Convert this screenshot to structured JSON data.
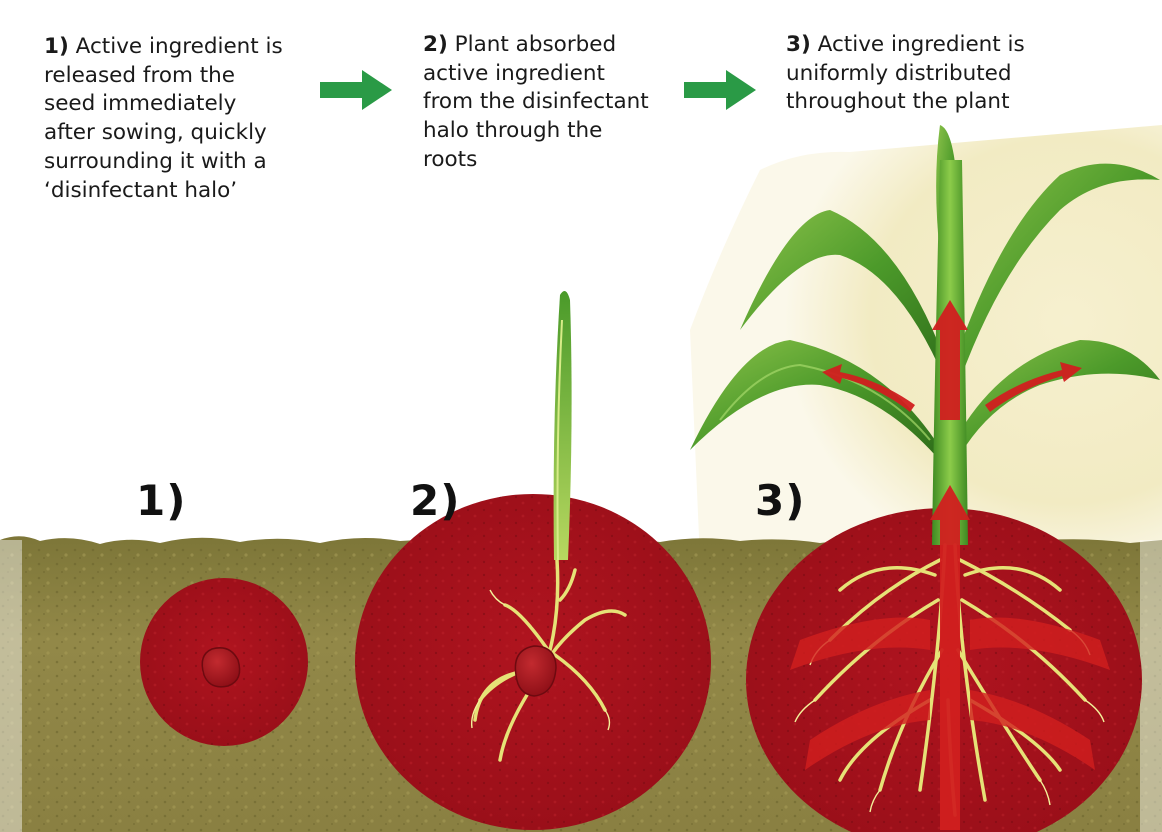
{
  "steps": [
    {
      "number": "1)",
      "caption_lines": [
        "Active ingredient is",
        "released from the",
        "seed immediately",
        "after sowing, quickly",
        "surrounding it with a",
        "‘disinfectant halo’"
      ],
      "label": "1)"
    },
    {
      "number": "2)",
      "caption_lines": [
        "Plant absorbed",
        "active ingredient",
        "from the disinfectant",
        "halo through the",
        "roots"
      ],
      "label": "2)"
    },
    {
      "number": "3)",
      "caption_lines": [
        "Active ingredient is",
        "uniformly distributed",
        "throughout the plant"
      ],
      "label": "3)"
    }
  ],
  "icons": {
    "step_arrows": "right-arrow-icon"
  },
  "colors": {
    "halo_red": "#a8121c",
    "soil": "#8d8344",
    "arrow_green": "#2a9a46",
    "flow_arrow_red": "#d11f1f",
    "leaf_green": "#4f9d2c",
    "root_yellow": "#e4e27a",
    "sky_cream": "#f2ecc4"
  }
}
